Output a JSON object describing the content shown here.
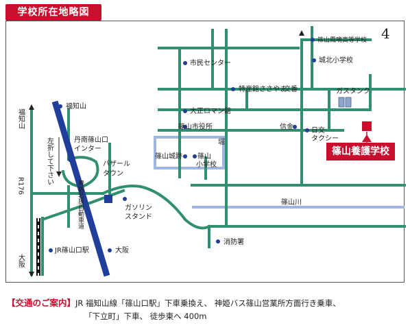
{
  "title": "学校所在地略図",
  "north_label": "4",
  "school_label": "篠山養護学校",
  "labels": {
    "fukuchiyama_arrow": "福知山",
    "fukuchiyama_vertical": "福知山",
    "osaka_vertical": "大阪",
    "osaka_arrow": "大阪",
    "r176": "R176",
    "interchange": [
      "丹南篠山口",
      "インター"
    ],
    "turn_left": "左折して下さい",
    "expressway": "舞鶴若狭自動車道",
    "bazaar": [
      "バザール",
      "タウン"
    ],
    "gas_station": [
      "ガソリン",
      "スタンド"
    ],
    "jr_station": "JR篠山口駅",
    "fire_station": "消防署",
    "sasayama_river": "篠山川",
    "moat": "堀",
    "shimin_center": "市民センター",
    "tokusankan": "特産館ささやま",
    "koban": "交番",
    "taisho_roman": "大正ロマン館",
    "city_office": "篠山市役所",
    "castle_ruins": "篠山城跡",
    "sasayama_elem": [
      "篠山",
      "小学校"
    ],
    "gas_tank": "ガスタンク",
    "shinkin": "信金",
    "nikko_taxi": [
      "日交",
      "タクシー"
    ],
    "homei_high": "篠山鳳鳴高等学校",
    "joboku_elem": "城北小学校"
  },
  "access": {
    "tag": "【交通のご案内】",
    "line1": "JR 福知山線「篠山口駅」下車乗換え、 神姫バス篠山営業所方面行き乗車、",
    "line2": "「下立町」下車、 徒歩東へ 400m"
  },
  "colors": {
    "road": "#2f8f6f",
    "river": "#9fb6e0",
    "expressway": "#1f3f9a",
    "accent": "#c8102e"
  }
}
